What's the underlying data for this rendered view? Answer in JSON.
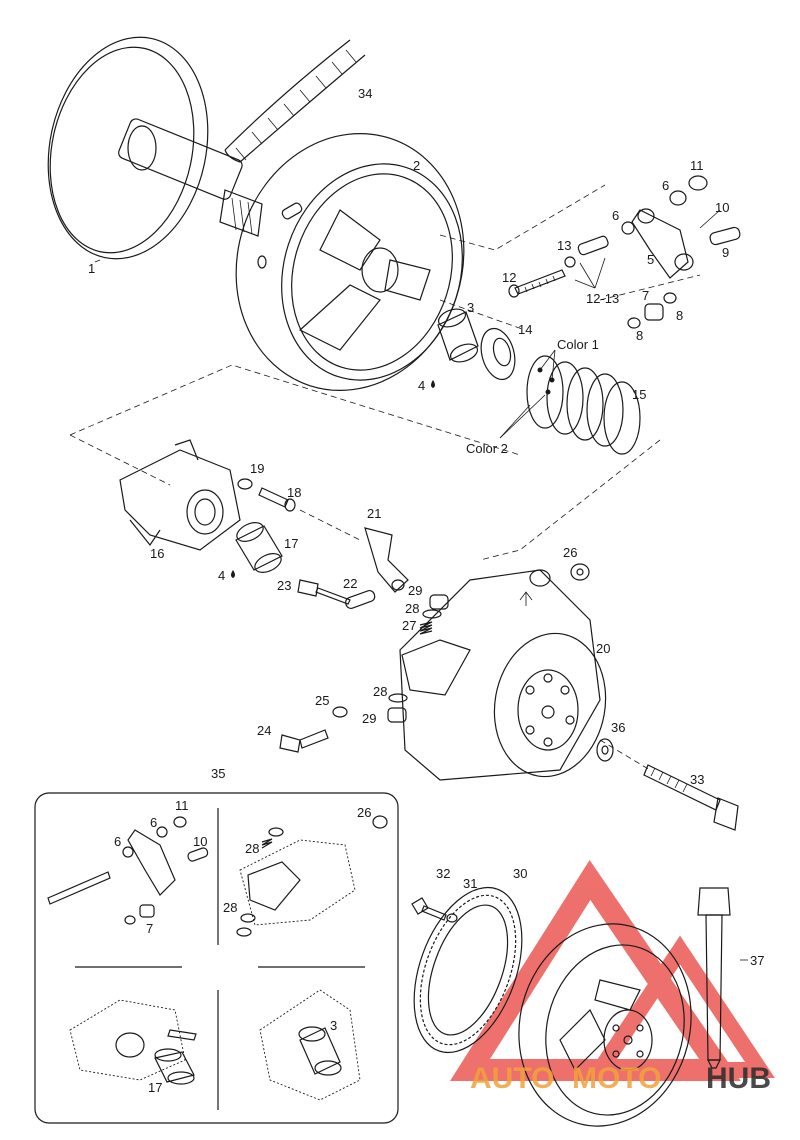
{
  "callouts": {
    "c1": "1",
    "c2": "2",
    "c3": "3",
    "c4a": "4",
    "c4b": "4",
    "c5": "5",
    "c6a": "6",
    "c6b": "6",
    "c7": "7",
    "c8a": "8",
    "c8b": "8",
    "c9": "9",
    "c10": "10",
    "c11": "11",
    "c12": "12",
    "c13": "13",
    "c1213": "12-13",
    "c14": "14",
    "c15": "15",
    "c16": "16",
    "c17": "17",
    "c18": "18",
    "c19": "19",
    "c20": "20",
    "c21": "21",
    "c22": "22",
    "c23": "23",
    "c24": "24",
    "c25": "25",
    "c26": "26",
    "c27": "27",
    "c28a": "28",
    "c28b": "28",
    "c29a": "29",
    "c29b": "29",
    "c30": "30",
    "c31": "31",
    "c32": "32",
    "c33": "33",
    "c34": "34",
    "c35": "35",
    "c36": "36",
    "c37": "37",
    "color1": "Color 1",
    "color2": "Color 2",
    "i11": "11",
    "i6a": "6",
    "i6b": "6",
    "i10": "10",
    "i7": "7",
    "i26": "26",
    "i28a": "28",
    "i28b": "28",
    "i17": "17",
    "i3": "3"
  },
  "watermark": {
    "part1": "AUTO",
    "part2": "MOTO",
    "part3": "HUB",
    "color_primary": "#e8413c",
    "color_secondary": "#f2a23a",
    "color_dark": "#2b2b2b"
  }
}
